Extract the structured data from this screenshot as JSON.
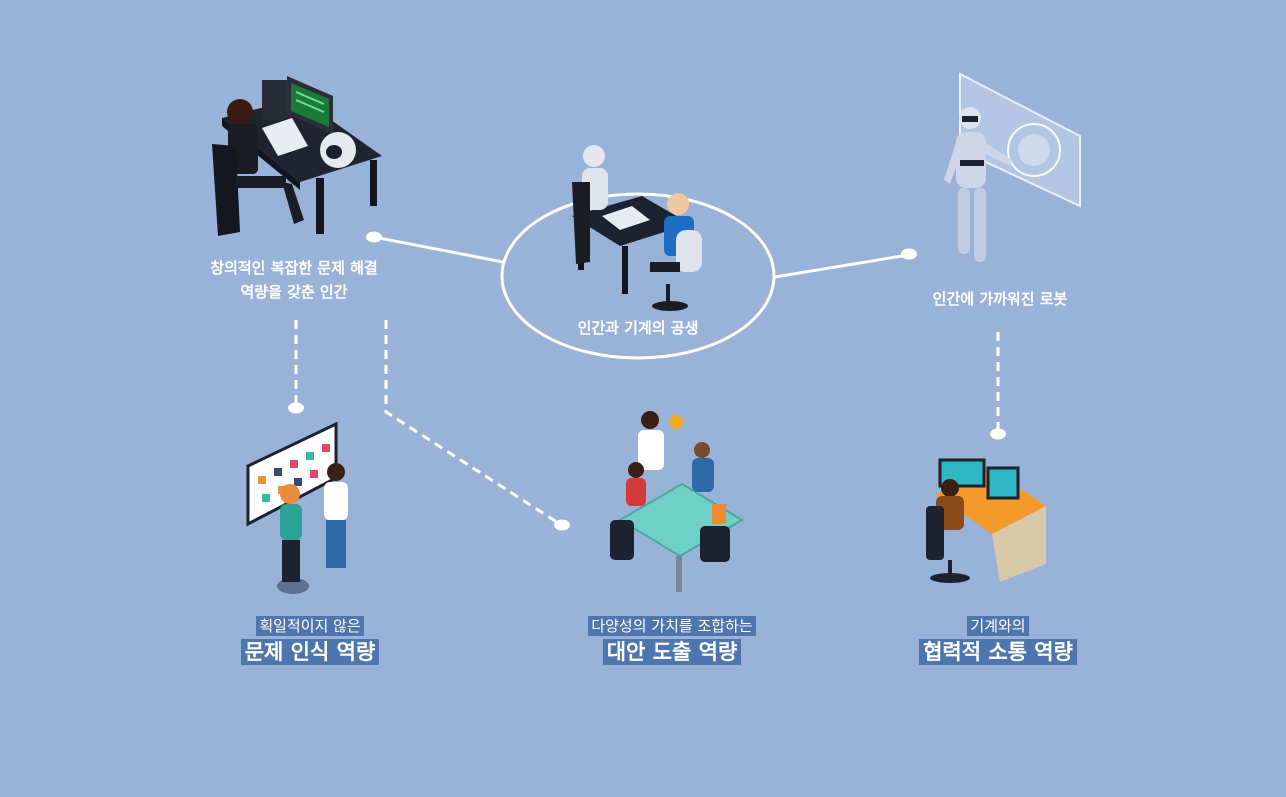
{
  "nodes": {
    "human": {
      "line1": "창의적인 복잡한 문제 해결",
      "line2": "역량을 갖춘 인간"
    },
    "center": {
      "label": "인간과 기계의 공생"
    },
    "robot": {
      "label": "인간에 가까워진 로봇"
    }
  },
  "competencies": [
    {
      "small": "획일적이지 않은",
      "big": "문제 인식 역량"
    },
    {
      "small": "다양성의 가치를 조합하는",
      "big": "대안 도출 역량"
    },
    {
      "small": "기계와의",
      "big": "협력적 소통 역량"
    }
  ],
  "colors": {
    "background": "#98b2d8",
    "caption_bg": "#4e76ae",
    "line": "#ffffff"
  }
}
